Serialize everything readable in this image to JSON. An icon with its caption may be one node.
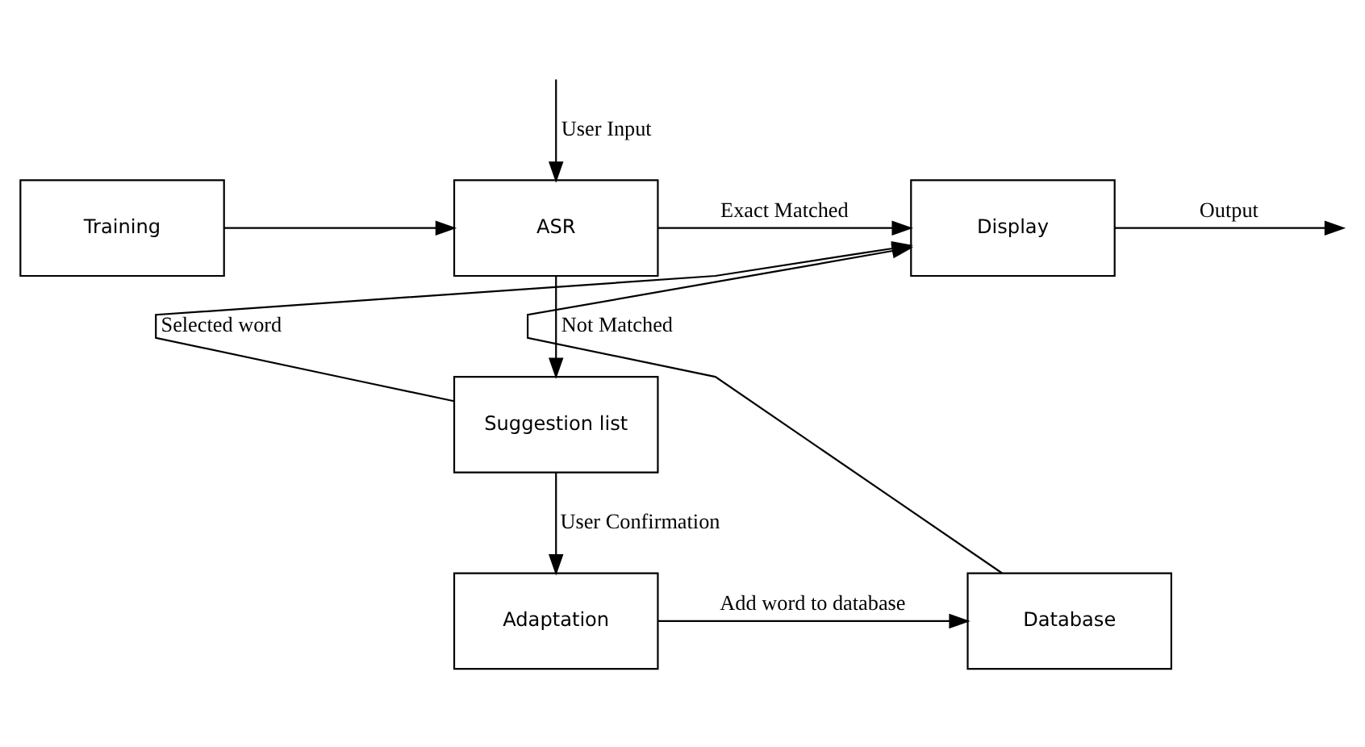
{
  "diagram": {
    "nodes": [
      {
        "text": [
          "Training"
        ]
      },
      {
        "text": [
          "ASR"
        ]
      },
      {
        "text": [
          "Display"
        ]
      },
      {
        "text": [
          "Suggestion list"
        ]
      },
      {
        "text": [
          "Adaptation"
        ]
      },
      {
        "text": [
          "Database"
        ]
      }
    ],
    "edges": [
      {
        "from": null,
        "to": 1,
        "arrow": "to",
        "label": "User Input"
      },
      {
        "from": 0,
        "to": 1,
        "arrow": "to"
      },
      {
        "from": 1,
        "to": 2,
        "arrow": "to",
        "label": "Exact Matched"
      },
      {
        "from": 2,
        "to": null,
        "arrow": "to",
        "label": "Output"
      },
      {
        "from": 1,
        "to": 3,
        "arrow": "to",
        "label": "Not Matched"
      },
      {
        "from": 3,
        "to": 2,
        "arrow": "to",
        "label": "Selected word"
      },
      {
        "from": 3,
        "to": 4,
        "arrow": "to",
        "label": "User Confirmation"
      },
      {
        "from": 4,
        "to": 5,
        "arrow": "to",
        "label": "Add word to database"
      },
      {
        "from": 5,
        "to": 2,
        "arrow": "to"
      }
    ]
  }
}
